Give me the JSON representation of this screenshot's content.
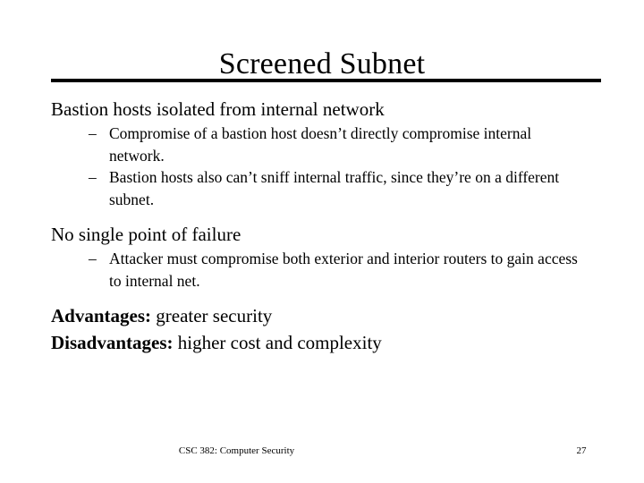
{
  "slide": {
    "title": "Screened Subnet",
    "page_number": "27",
    "footer_note": "CSC 382: Computer Security",
    "bullet_marker": "–",
    "colors": {
      "background": "#ffffff",
      "text": "#000000",
      "rule": "#000000"
    },
    "content": [
      {
        "level1": "Bastion hosts isolated from internal network",
        "sub": [
          "Compromise of a bastion host doesn’t directly compromise internal network.",
          "Bastion hosts also can’t sniff internal traffic, since they’re on a different subnet."
        ]
      },
      {
        "level1": "No single point of failure",
        "sub": [
          "Attacker must compromise both exterior and interior routers to gain access to internal net."
        ]
      },
      {
        "level1_lead": "Advantages:",
        "level1_rest": " greater security",
        "sub": []
      },
      {
        "level1_lead": "Disadvantages:",
        "level1_rest": " higher cost and complexity",
        "sub": []
      }
    ]
  }
}
